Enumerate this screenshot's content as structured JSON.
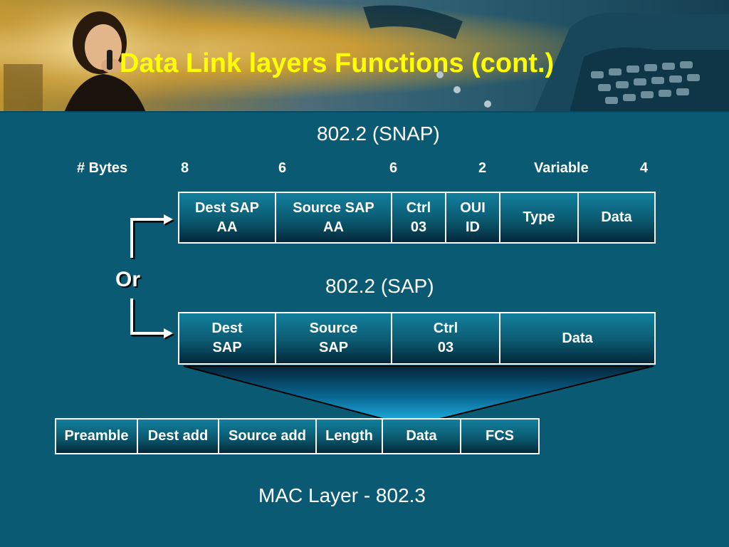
{
  "title": "Data Link layers Functions (cont.)",
  "snap": {
    "heading": "802.2 (SNAP)",
    "bytes_label": "# Bytes",
    "byte_counts": [
      "8",
      "6",
      "6",
      "2",
      "Variable",
      "4"
    ],
    "fields": [
      {
        "line1": "Dest SAP",
        "line2": "AA"
      },
      {
        "line1": "Source SAP",
        "line2": "AA"
      },
      {
        "line1": "Ctrl",
        "line2": "03"
      },
      {
        "line1": "OUI",
        "line2": "ID"
      },
      {
        "line1": "Type",
        "line2": ""
      },
      {
        "line1": "Data",
        "line2": ""
      }
    ]
  },
  "or_label": "Or",
  "sap": {
    "heading": "802.2 (SAP)",
    "fields": [
      {
        "line1": "Dest",
        "line2": "SAP"
      },
      {
        "line1": "Source",
        "line2": "SAP"
      },
      {
        "line1": "Ctrl",
        "line2": "03"
      },
      {
        "line1": "Data",
        "line2": ""
      }
    ]
  },
  "mac": {
    "fields": [
      "Preamble",
      "Dest add",
      "Source add",
      "Length",
      "Data",
      "FCS"
    ],
    "caption": "MAC Layer - 802.3"
  },
  "colors": {
    "background": "#0b5a73",
    "title": "#ffff00",
    "text": "#ffffff"
  }
}
